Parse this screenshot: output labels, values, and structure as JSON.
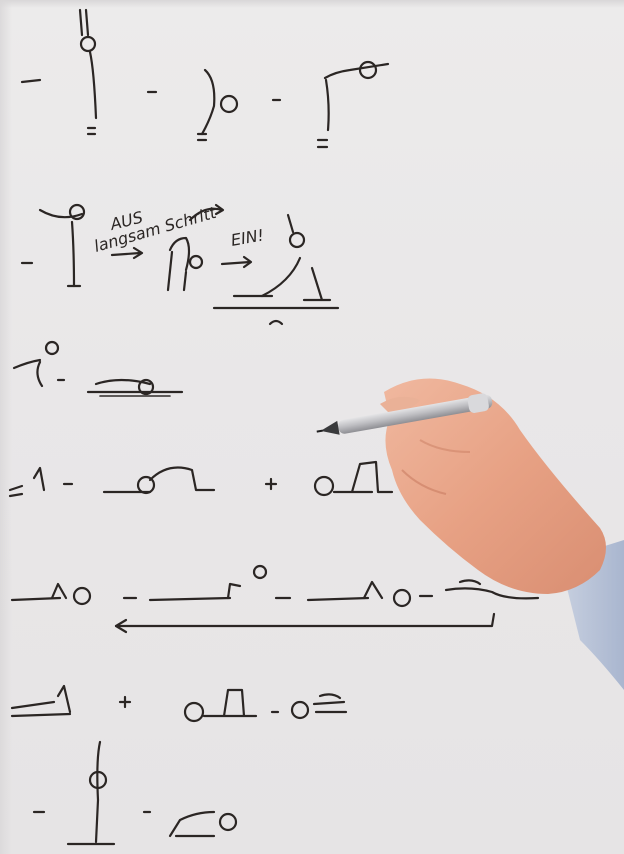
{
  "photo": {
    "subject": "whiteboard-sketch-with-hand",
    "annotations": {
      "aus": "AUS",
      "langsam_schritt": "langsam Schritt",
      "ein": "EIN!"
    }
  },
  "colors": {
    "board": "#eae8e9",
    "ink": "#2b2624",
    "skin": "#e8a98f",
    "pen_body": "#c9c9cc",
    "sleeve": "#b9c3d6"
  },
  "icons": [
    "stick-figure-sequence",
    "hand-with-pen"
  ]
}
